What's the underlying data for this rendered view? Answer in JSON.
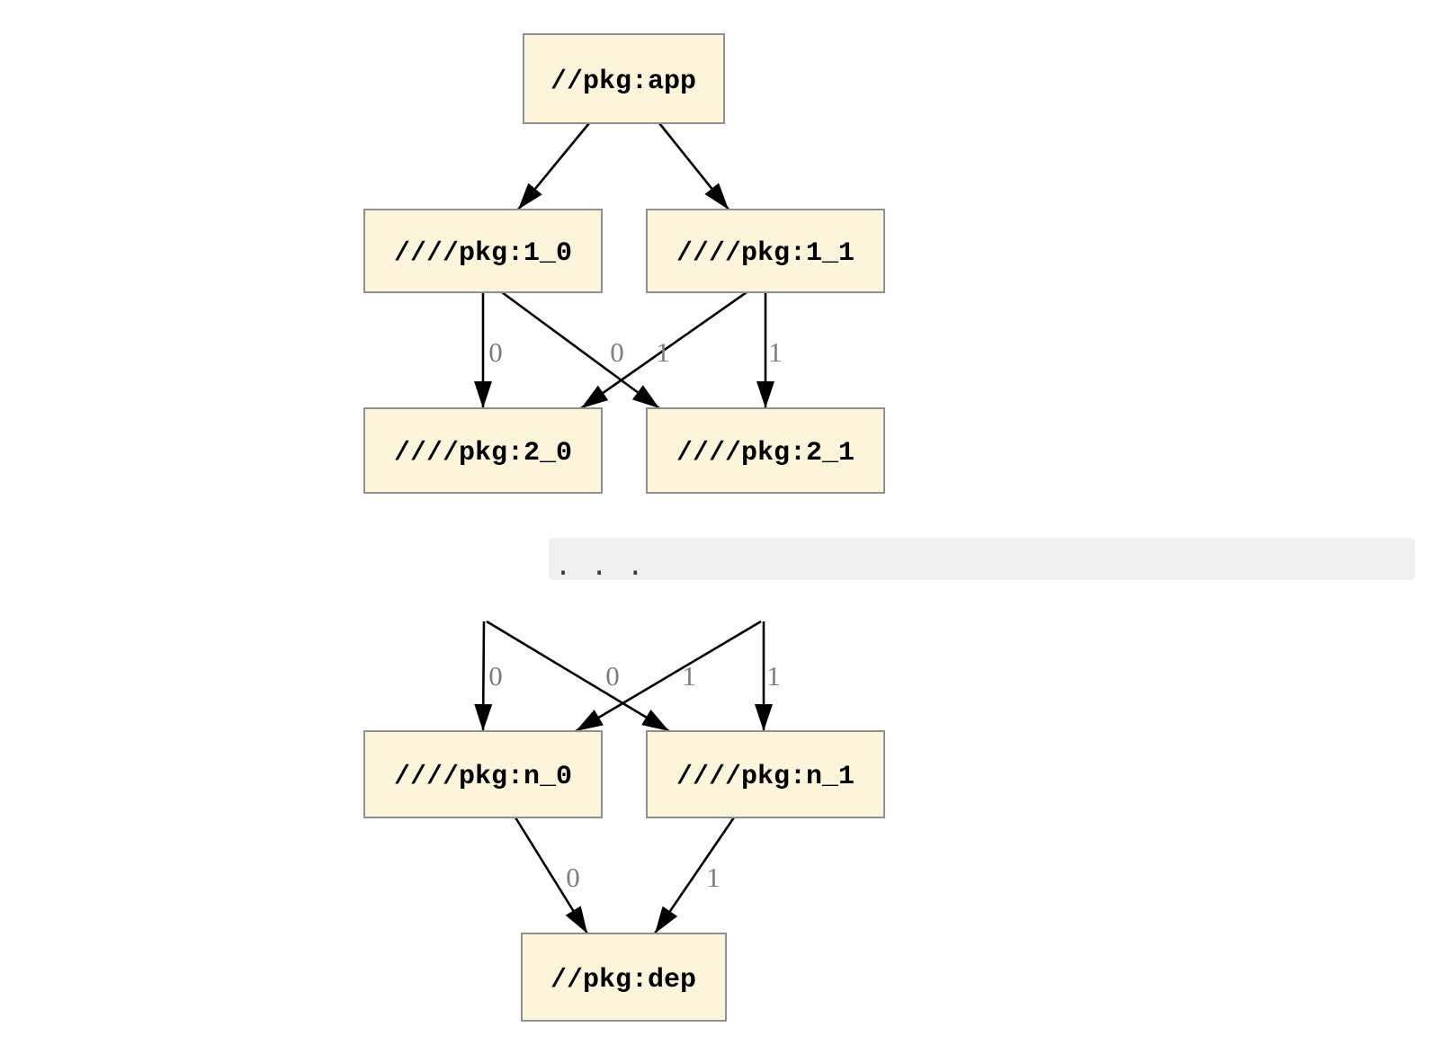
{
  "diagram": {
    "kind": "dependency-graph",
    "ellipsis_text": ". . .",
    "colors": {
      "node_fill": "#fcf5dc",
      "node_border": "#8e918f",
      "node_text": "#000000",
      "edge": "#000000",
      "edge_label": "#7d7d7d",
      "ellipsis_band": "#f0f0f0",
      "background": "#ffffff"
    },
    "nodes": [
      {
        "id": "app",
        "label": "//pkg:app"
      },
      {
        "id": "1_0",
        "label": "////pkg:1_0"
      },
      {
        "id": "1_1",
        "label": "////pkg:1_1"
      },
      {
        "id": "2_0",
        "label": "////pkg:2_0"
      },
      {
        "id": "2_1",
        "label": "////pkg:2_1"
      },
      {
        "id": "n_0",
        "label": "////pkg:n_0"
      },
      {
        "id": "n_1",
        "label": "////pkg:n_1"
      },
      {
        "id": "dep",
        "label": "//pkg:dep"
      }
    ],
    "edges": [
      {
        "from": "app",
        "to": "1_0",
        "label": ""
      },
      {
        "from": "app",
        "to": "1_1",
        "label": ""
      },
      {
        "from": "1_0",
        "to": "2_0",
        "label": "0"
      },
      {
        "from": "1_0",
        "to": "2_1",
        "label": "1"
      },
      {
        "from": "1_1",
        "to": "2_0",
        "label": "0"
      },
      {
        "from": "1_1",
        "to": "2_1",
        "label": "1"
      },
      {
        "from": "...",
        "to": "n_0",
        "label": "0"
      },
      {
        "from": "...",
        "to": "n_1",
        "label": "1"
      },
      {
        "from": "...",
        "to": "n_0",
        "label": "0"
      },
      {
        "from": "...",
        "to": "n_1",
        "label": "1"
      },
      {
        "from": "n_0",
        "to": "dep",
        "label": "0"
      },
      {
        "from": "n_1",
        "to": "dep",
        "label": "1"
      }
    ]
  }
}
